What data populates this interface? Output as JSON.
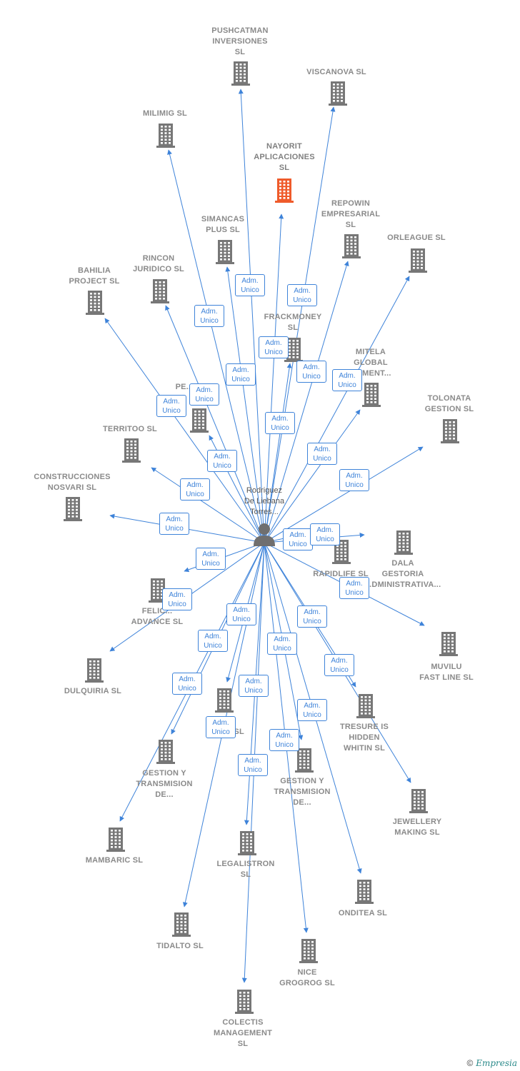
{
  "center": {
    "label": "Rodriguez\nDe Liebana\nTorres..."
  },
  "relation_label": "Adm.\nUnico",
  "colors": {
    "link": "#3e83d9",
    "building": "#777777",
    "highlight": "#ef5b2b"
  },
  "companies": [
    {
      "name": "PUSHCATMAN\nINVERSIONES\nSL"
    },
    {
      "name": "VISCANOVA  SL"
    },
    {
      "name": "MILIMIG  SL"
    },
    {
      "name": "NAYORIT\nAPLICACIONES\nSL",
      "highlight": true
    },
    {
      "name": "REPOWIN\nEMPRESARIAL\nSL"
    },
    {
      "name": "SIMANCAS\nPLUS  SL"
    },
    {
      "name": "ORLEAGUE  SL"
    },
    {
      "name": "RINCON\nJURIDICO SL"
    },
    {
      "name": "BAHILIA\nPROJECT  SL"
    },
    {
      "name": "FRACKMONEY\nSL"
    },
    {
      "name": "MITELA\nGLOBAL\n...TMENT..."
    },
    {
      "name": "PE..."
    },
    {
      "name": "TOLONATA\nGESTION  SL"
    },
    {
      "name": "TERRITOO  SL"
    },
    {
      "name": "CONSTRUCCIONES\nNOSVARI SL"
    },
    {
      "name": "RAPIDLIFE  SL"
    },
    {
      "name": "DALA\nGESTORIA\n...DMINISTRATIVA..."
    },
    {
      "name": "FELIC...\nADVANCE  SL"
    },
    {
      "name": "MUVILU\nFAST LINE  SL"
    },
    {
      "name": "DULQUIRIA  SL"
    },
    {
      "name": "BU...  SL"
    },
    {
      "name": "TRESURE IS\nHIDDEN\nWHITIN  SL"
    },
    {
      "name": "GESTION Y\nTRANSMISION\nDE..."
    },
    {
      "name": "GESTION Y\nTRANSMISION\nDE..."
    },
    {
      "name": "JEWELLERY\nMAKING  SL"
    },
    {
      "name": "MAMBARIC  SL"
    },
    {
      "name": "LEGALISTRON\nSL"
    },
    {
      "name": "ONDITEA  SL"
    },
    {
      "name": "TIDALTO  SL"
    },
    {
      "name": "NICE\nGROGROG  SL"
    },
    {
      "name": "COLECTIS\nMANAGEMENT\nSL"
    }
  ],
  "footer": {
    "copyright": "©",
    "brand": "Empresia"
  }
}
